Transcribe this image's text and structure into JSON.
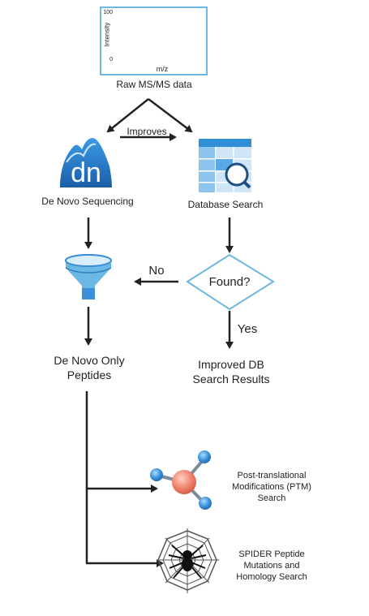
{
  "spectrum": {
    "y_axis_label": "Intensity",
    "x_axis_label": "m/z",
    "tick_top": "100",
    "tick_bottom": "0",
    "caption": "Raw MS/MS data"
  },
  "labels": {
    "improves": "Improves",
    "de_novo": "De Novo Sequencing",
    "dn_logo_text": "dn",
    "database_search": "Database Search",
    "found": "Found?",
    "no": "No",
    "yes": "Yes",
    "de_novo_only_1": "De Novo Only",
    "de_novo_only_2": "Peptides",
    "improved_db_1": "Improved DB",
    "improved_db_2": "Search Results",
    "ptm_1": "Post-translational",
    "ptm_2": "Modifications (PTM)",
    "ptm_3": "Search",
    "spider_1": "SPIDER Peptide",
    "spider_2": "Mutations and",
    "spider_3": "Homology Search"
  },
  "colors": {
    "arrow": "#222222",
    "logo_blue": "#1f6fb5",
    "db_blue": "#2e8fd6",
    "diamond_stroke": "#6cb8e0",
    "funnel": "#5ab0e0",
    "molecule_center": "#f0806a",
    "molecule_node": "#3a8fd8"
  }
}
